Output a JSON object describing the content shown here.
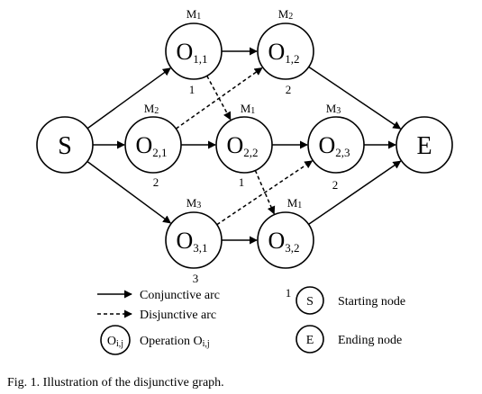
{
  "nodes": [
    {
      "id": "S",
      "label": "S",
      "sub": "",
      "machine": "",
      "time": ""
    },
    {
      "id": "E",
      "label": "E",
      "sub": "",
      "machine": "",
      "time": ""
    },
    {
      "id": "O11",
      "label": "O",
      "sub": "1,1",
      "machine": "M1",
      "time": "1"
    },
    {
      "id": "O12",
      "label": "O",
      "sub": "1,2",
      "machine": "M2",
      "time": "2"
    },
    {
      "id": "O21",
      "label": "O",
      "sub": "2,1",
      "machine": "M2",
      "time": "2"
    },
    {
      "id": "O22",
      "label": "O",
      "sub": "2,2",
      "machine": "M1",
      "time": "1"
    },
    {
      "id": "O23",
      "label": "O",
      "sub": "2,3",
      "machine": "M3",
      "time": "2"
    },
    {
      "id": "O31",
      "label": "O",
      "sub": "3,1",
      "machine": "M3",
      "time": "3"
    },
    {
      "id": "O32",
      "label": "O",
      "sub": "3,2",
      "machine": "M1",
      "time": "1"
    }
  ],
  "conjunctive_arcs": [
    [
      "S",
      "O11"
    ],
    [
      "S",
      "O21"
    ],
    [
      "S",
      "O31"
    ],
    [
      "O11",
      "O12"
    ],
    [
      "O21",
      "O22"
    ],
    [
      "O22",
      "O23"
    ],
    [
      "O31",
      "O32"
    ],
    [
      "O12",
      "E"
    ],
    [
      "O23",
      "E"
    ],
    [
      "O32",
      "E"
    ]
  ],
  "disjunctive_arcs": [
    [
      "O11",
      "O22"
    ],
    [
      "O21",
      "O12"
    ],
    [
      "O22",
      "O32"
    ],
    [
      "O31",
      "O23"
    ]
  ],
  "legend": {
    "conjunctive": "Conjunctive arc",
    "disjunctive": "Disjunctive arc",
    "op_node_label": "O",
    "op_node_sub": "i,j",
    "op_text": "Operation O",
    "op_text_sub": "i,j",
    "start_node": "S",
    "start_text": "Starting node",
    "end_node": "E",
    "end_text": "Ending node"
  },
  "caption": "Fig. 1.   Illustration of the disjunctive graph."
}
